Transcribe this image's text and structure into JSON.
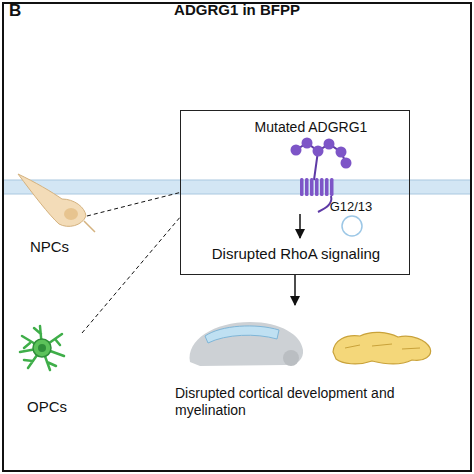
{
  "diagram": {
    "title": "ADGRG1 in BFPP",
    "nodes": [
      {
        "text": [
          "NPCs"
        ]
      },
      {
        "text": [
          "OPCs"
        ]
      },
      {
        "text": [
          "Mutated ADGRG1",
          "Disrupted RhoA signaling"
        ]
      },
      {
        "text": [
          "G12/13"
        ],
        "in": 2
      },
      {
        "text": [
          "Disrupted cortical development and myelination"
        ]
      }
    ],
    "edges": [
      {
        "from": 0,
        "to": 2,
        "arrow": "none"
      },
      {
        "from": 1,
        "to": 2,
        "arrow": "none"
      },
      {
        "from": 2,
        "to": 4,
        "arrow": "to"
      }
    ],
    "labels": [
      "B"
    ]
  }
}
